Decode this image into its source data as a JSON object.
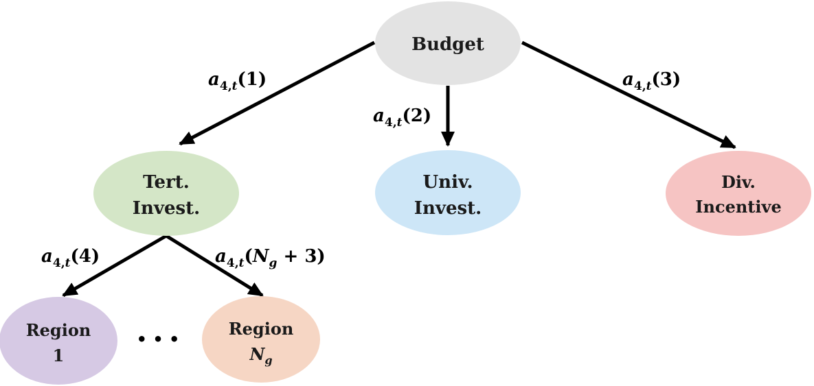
{
  "nodes": {
    "budget": {
      "label": "Budget",
      "color": "#e3e3e3"
    },
    "tert_invest": {
      "line1": "Tert.",
      "line2": "Invest.",
      "color": "#d4e6c7"
    },
    "univ_invest": {
      "line1": "Univ.",
      "line2": "Invest.",
      "color": "#cde6f7"
    },
    "div_incentive": {
      "line1": "Div.",
      "line2": "Incentive",
      "color": "#f6c4c3"
    },
    "region_1": {
      "line1": "Region",
      "line2": "1",
      "color": "#d6c9e4"
    },
    "region_ng": {
      "line1": "Region",
      "line2_var": "N",
      "line2_sub": "g",
      "color": "#f6d6c4"
    }
  },
  "ellipsis": "• • •",
  "edges": {
    "budget_to_tert": {
      "var": "a",
      "sub_num": "4,",
      "sub_var": "t",
      "arg": "(1)"
    },
    "budget_to_univ": {
      "var": "a",
      "sub_num": "4,",
      "sub_var": "t",
      "arg": "(2)"
    },
    "budget_to_div": {
      "var": "a",
      "sub_num": "4,",
      "sub_var": "t",
      "arg": "(3)"
    },
    "tert_to_region1": {
      "var": "a",
      "sub_num": "4,",
      "sub_var": "t",
      "arg": "(4)"
    },
    "tert_to_regionng": {
      "var": "a",
      "sub_num": "4,",
      "sub_var": "t",
      "arg_open": "(",
      "arg_var": "N",
      "arg_sub": "g",
      "arg_rest": " + 3)"
    }
  }
}
